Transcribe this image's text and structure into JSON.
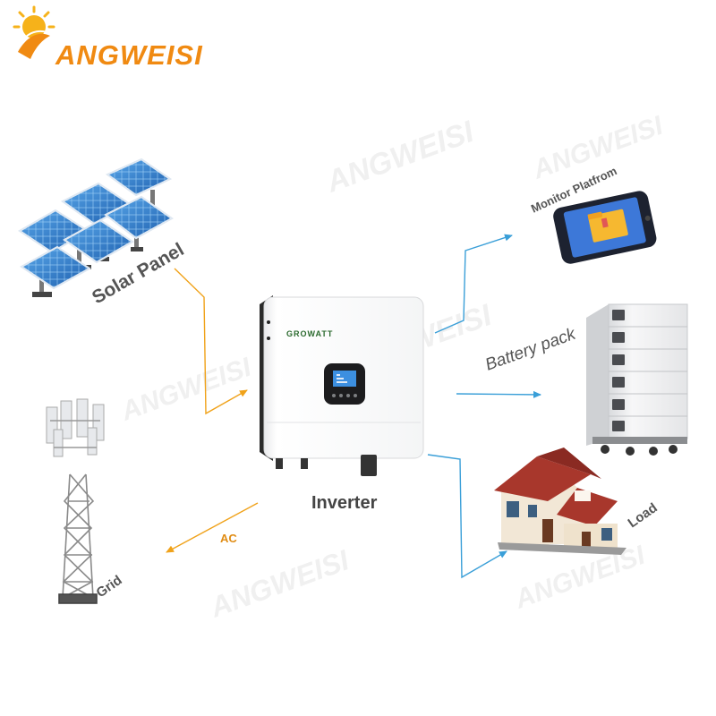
{
  "brand": {
    "logo_text": "ANGWEISI",
    "watermark_text": "ANGWEISI"
  },
  "inverter": {
    "label": "Inverter",
    "maker": "GROWATT"
  },
  "components": {
    "solar_panel": "Solar Panel",
    "grid": "Grid",
    "monitor": "Monitor Platfrom",
    "battery": "Battery pack",
    "load": "Load"
  },
  "flows": {
    "grid_ac": "AC"
  },
  "colors": {
    "orange_arrow": "#f0a21a",
    "blue_arrow": "#3a9fd8",
    "logo_orange": "#f08a12",
    "house_roof": "#a8372c",
    "solar_blue": "#2e7fd0"
  }
}
